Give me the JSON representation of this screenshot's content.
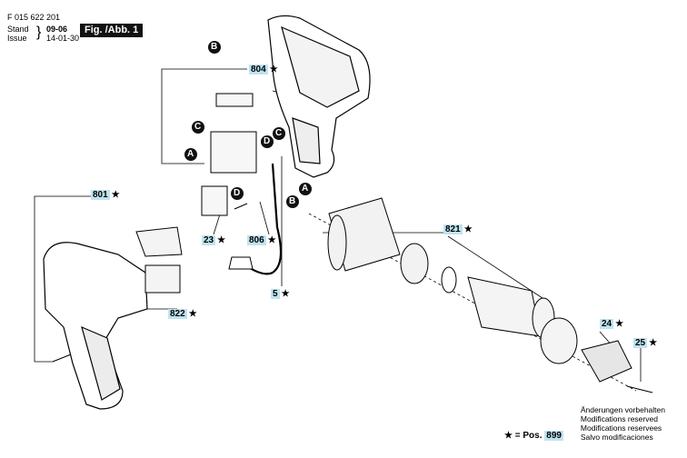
{
  "header": {
    "part_number": "F 015 622 201",
    "stand_label": "Stand",
    "issue_label": "Issue",
    "stand_date": "09-06",
    "issue_date": "14-01-30",
    "figure_label": "Fig. /Abb. 1"
  },
  "callouts": {
    "p804": "804",
    "p801": "801",
    "p23": "23",
    "p806": "806",
    "p5": "5",
    "p821": "821",
    "p822": "822",
    "p24": "24",
    "p25": "25",
    "star": "★"
  },
  "markers": {
    "a": "A",
    "b": "B",
    "c": "C",
    "d": "D"
  },
  "footer_notes": [
    "Änderungen vorbehalten",
    "Modifications reserved",
    "Modifications reservees",
    "Salvo modificaciones"
  ],
  "legend": {
    "text": "★ = Pos.",
    "pos": "899"
  }
}
